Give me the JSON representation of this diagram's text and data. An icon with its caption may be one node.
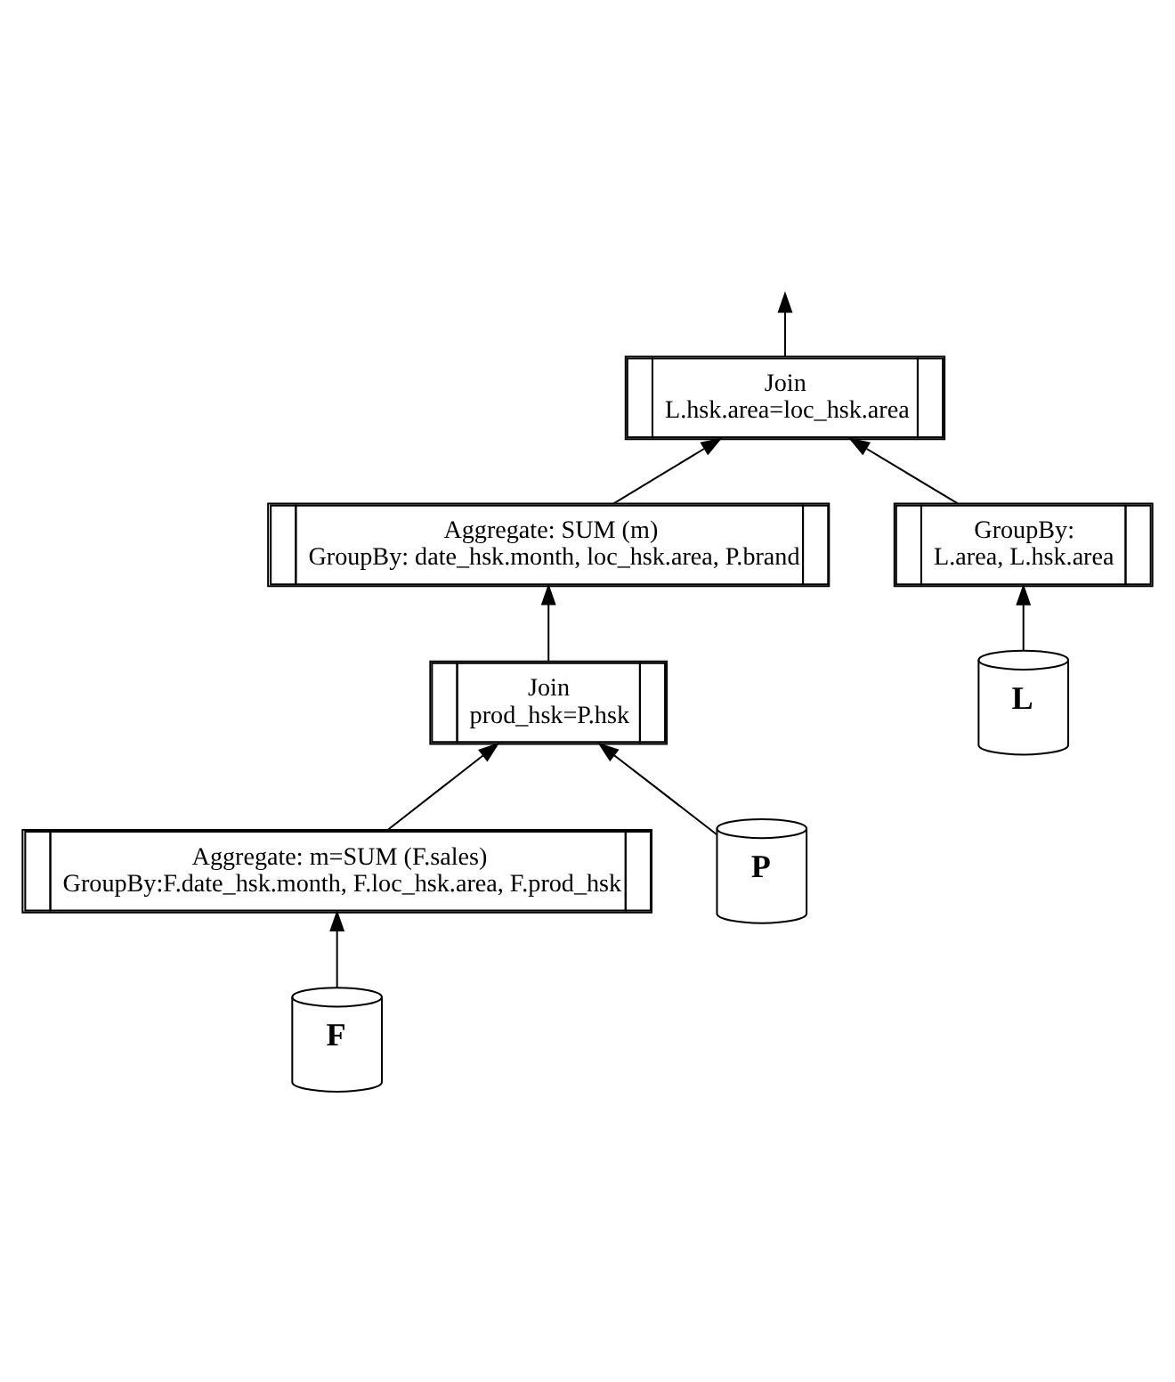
{
  "diagram": {
    "nodes": [
      {
        "text": [
          "Join",
          "L.hsk.area=loc_hsk.area"
        ]
      },
      {
        "text": [
          "Aggregate: SUM (m)",
          "GroupBy: date_hsk.month, loc_hsk.area, P.brand"
        ]
      },
      {
        "text": [
          "GroupBy:",
          "L.area, L.hsk.area"
        ]
      },
      {
        "text": [
          "Join",
          "prod_hsk=P.hsk"
        ]
      },
      {
        "text": [
          "L"
        ]
      },
      {
        "text": [
          "Aggregate: m=SUM (F.sales)",
          "GroupBy:F.date_hsk.month, F.loc_hsk.area, F.prod_hsk"
        ]
      },
      {
        "text": [
          "P"
        ]
      },
      {
        "text": [
          "F"
        ]
      }
    ],
    "edges": [
      {
        "from": 0,
        "to": null,
        "arrow": "to"
      },
      {
        "from": 1,
        "to": 0,
        "arrow": "to"
      },
      {
        "from": 2,
        "to": 0,
        "arrow": "to"
      },
      {
        "from": 3,
        "to": 1,
        "arrow": "to"
      },
      {
        "from": 4,
        "to": 2,
        "arrow": "to"
      },
      {
        "from": 5,
        "to": 3,
        "arrow": "to"
      },
      {
        "from": 6,
        "to": 3,
        "arrow": "to"
      },
      {
        "from": 7,
        "to": 5,
        "arrow": "to"
      }
    ]
  }
}
